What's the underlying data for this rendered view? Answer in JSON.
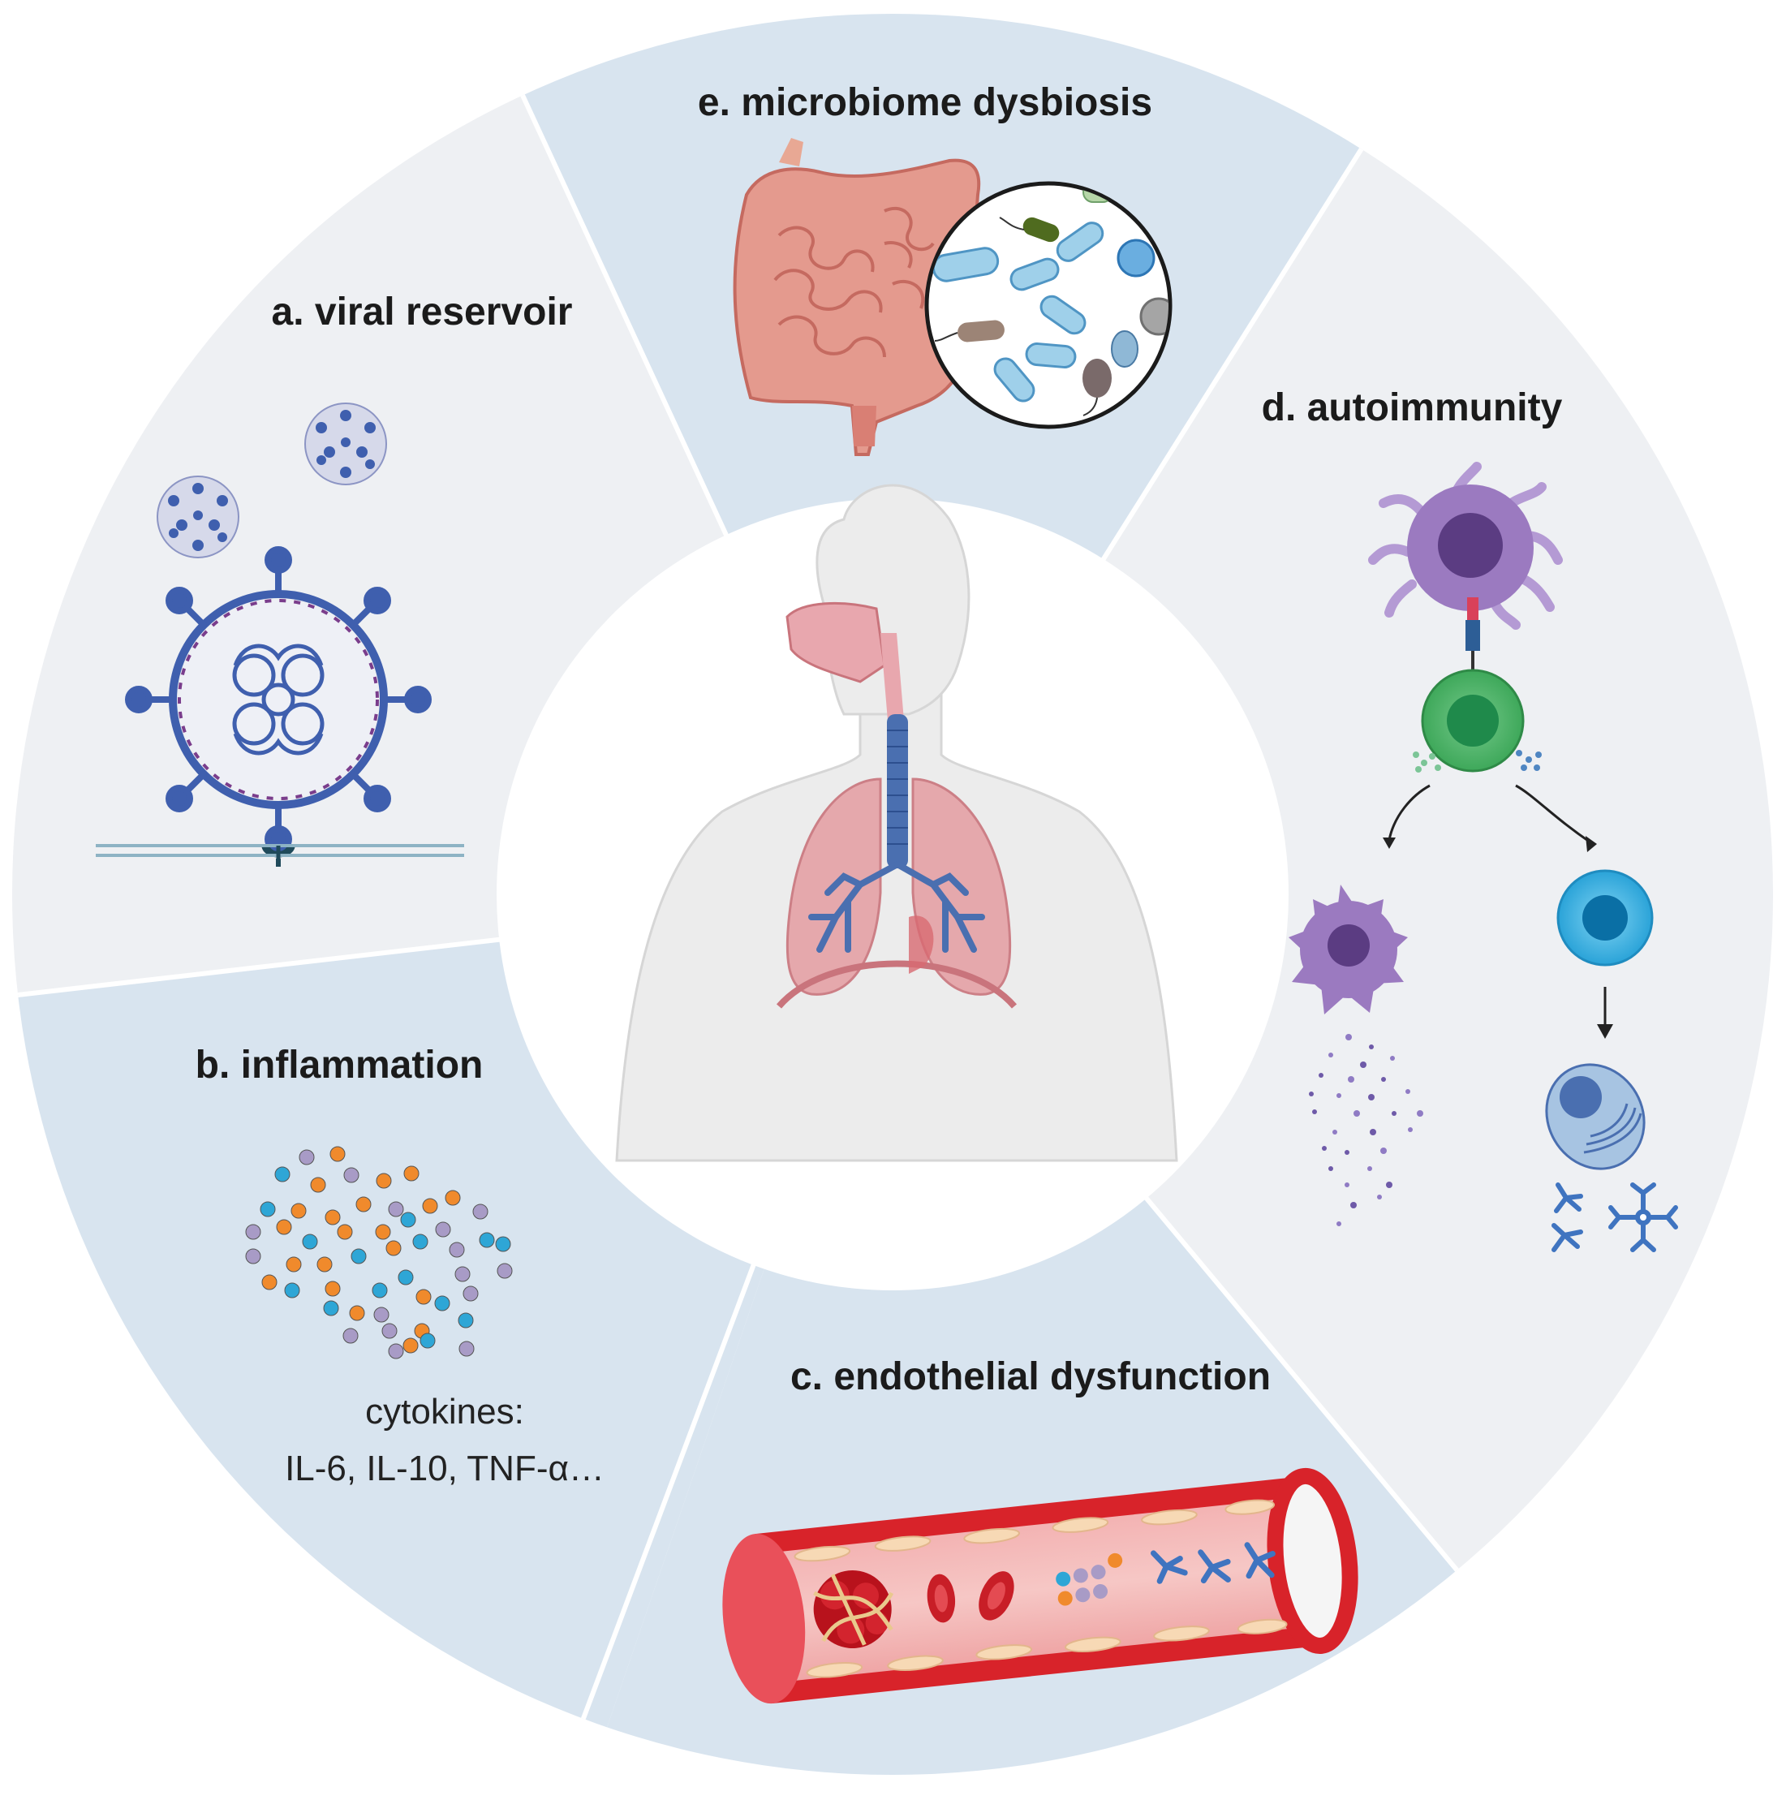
{
  "segments": {
    "a": {
      "title": "a. viral reservoir",
      "color": "#eef0f3"
    },
    "b": {
      "title": "b. inflammation",
      "color": "#d8e4ef",
      "caption_line1": "cytokines:",
      "caption_line2": "IL-6, IL-10, TNF-α…"
    },
    "c": {
      "title": "c. endothelial dysfunction",
      "color": "#d8e4ef"
    },
    "d": {
      "title": "d. autoimmunity",
      "color": "#eef0f3"
    },
    "e": {
      "title": "e. microbiome dysbiosis",
      "color": "#d8e4ef"
    }
  },
  "palette": {
    "virus_blue": "#3f5fae",
    "virus_purple": "#7a3d8c",
    "cytokine_orange": "#f08a2c",
    "cytokine_blue": "#2ea6d6",
    "cytokine_lilac": "#a89bc6",
    "vessel_red": "#d8232a",
    "lung_pink": "#d98a90",
    "trachea_blue": "#4a6fb0",
    "intestine_pink": "#e49a8e",
    "dendritic_purple": "#9b7ac0",
    "tcell_green": "#3ea85a",
    "bcell_blue": "#2aa3d8",
    "antibody_blue": "#3f74c0"
  },
  "icons": [
    "sars-cov-2-virion-icon",
    "ace2-receptor-icon",
    "cytokine-cloud-icon",
    "blood-vessel-icon",
    "red-blood-cell-icon",
    "blood-clot-icon",
    "antibody-icon",
    "dendritic-cell-icon",
    "t-cell-icon",
    "b-cell-icon",
    "plasma-cell-icon",
    "intestine-icon",
    "bacteria-icon",
    "respiratory-system-icon"
  ]
}
